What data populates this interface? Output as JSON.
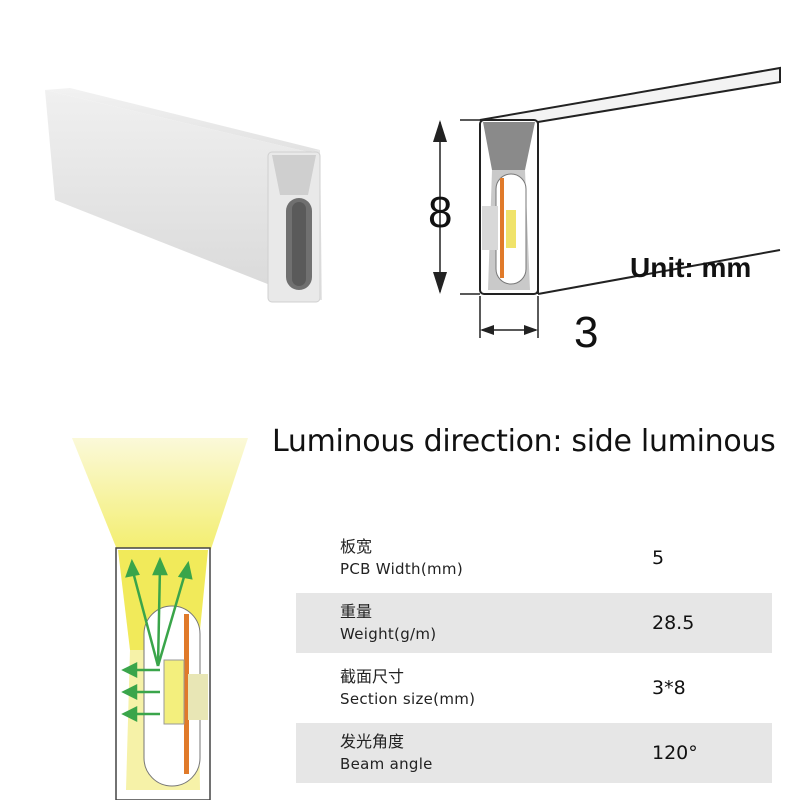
{
  "dimensions": {
    "height": "8",
    "width": "3",
    "unit_label": "Unit: mm"
  },
  "luminous_direction": "Luminous direction: side luminous",
  "specs": [
    {
      "label_cn": "板宽",
      "label_en": "PCB Width(mm)",
      "value": "5",
      "shaded": false
    },
    {
      "label_cn": "重量",
      "label_en": "Weight(g/m)",
      "value": "28.5",
      "shaded": true
    },
    {
      "label_cn": "截面尺寸",
      "label_en": "Section size(mm)",
      "value": "3*8",
      "shaded": false
    },
    {
      "label_cn": "发光角度",
      "label_en": "Beam angle",
      "value": "120°",
      "shaded": true
    }
  ],
  "colors": {
    "silicone": "#ececec",
    "pcb": "#e07a2a",
    "beam": "#f4ef7a",
    "arrow": "#3aa54a"
  }
}
